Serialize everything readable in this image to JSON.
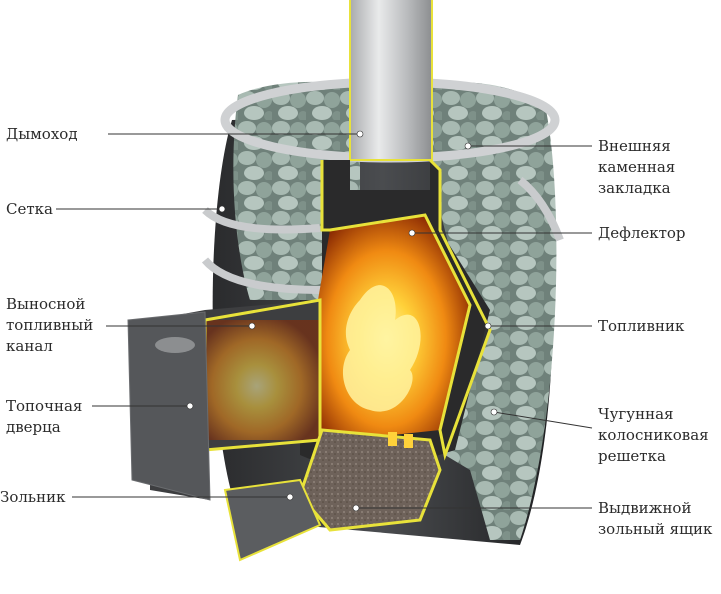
{
  "labels": {
    "chimney": "Дымоход",
    "mesh": "Сетка",
    "remote_fuel_channel": "Выносной\nтопливный\nканал",
    "firebox_door": "Топочная\nдверца",
    "ash_pit": "Зольник",
    "external_stone_laying": "Внешняя\nкаменная\nзакладка",
    "deflector": "Дефлектор",
    "firebox": "Топливник",
    "cast_iron_grate": "Чугунная\nколосниковая\nрешетка",
    "sliding_ash_box": "Выдвижной\nзольный ящик"
  },
  "colors": {
    "steel_dark": "#3a3b3d",
    "steel_mid": "#5b5d60",
    "steel_light": "#c9cbcd",
    "cut_edge": "#e8e23a",
    "fire_core": "#ffd23a",
    "fire_outer": "#c84a05",
    "stone": "#8fa39a",
    "leader_line": "#333333"
  },
  "icons": [
    "stove-illustration",
    "stone-pile-icon",
    "fire-icon"
  ]
}
